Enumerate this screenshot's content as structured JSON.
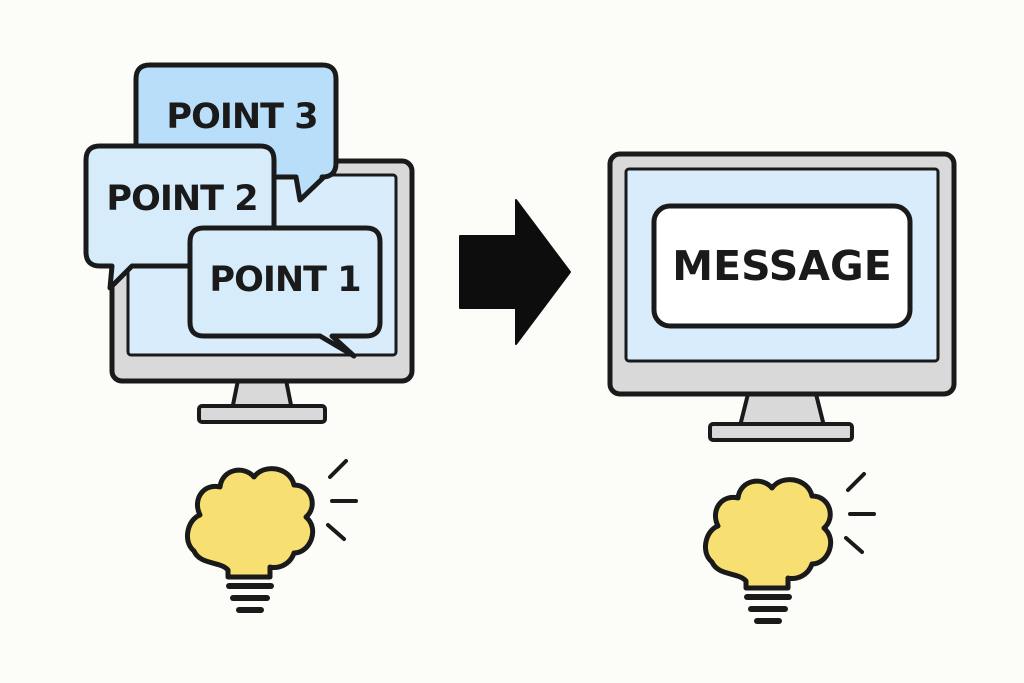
{
  "left_panel": {
    "bubbles": [
      {
        "label": "POINT 3"
      },
      {
        "label": "POINT 2"
      },
      {
        "label": "POINT 1"
      }
    ]
  },
  "right_panel": {
    "message": "MESSAGE"
  },
  "colors": {
    "background": "#fcfcf8",
    "outline": "#1a1a1a",
    "screen": "#d8ecfb",
    "monitor": "#d9d9d9",
    "bubble_light": "#d6ecfb",
    "bubble_dark": "#b9defa",
    "bulb": "#f7df72",
    "message_box": "#ffffff"
  },
  "icons": {
    "arrow": "right-arrow-icon",
    "bulb": "lightbulb-icon",
    "monitor": "monitor-icon"
  }
}
